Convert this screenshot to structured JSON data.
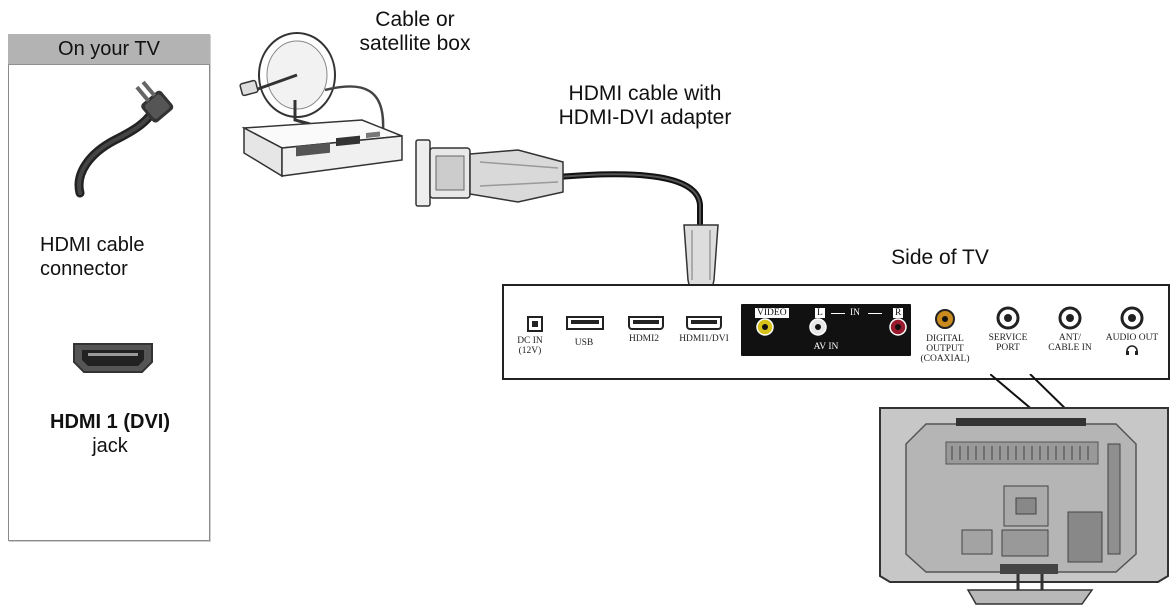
{
  "legend": {
    "title": "On your TV",
    "cable_label_line1": "HDMI cable",
    "cable_label_line2": "connector",
    "jack_label_bold": "HDMI 1 (DVI)",
    "jack_label_rest": "jack"
  },
  "callouts": {
    "box_line1": "Cable or",
    "box_line2": "satellite box",
    "cable_line1": "HDMI cable with",
    "cable_line2": "HDMI-DVI adapter",
    "side_of_tv": "Side of TV"
  },
  "ports": {
    "dc_in_line1": "DC IN",
    "dc_in_line2": "(12V)",
    "usb": "USB",
    "hdmi2": "HDMI2",
    "hdmi1": "HDMI1/DVI",
    "video": "VIDEO",
    "left": "L",
    "in": "IN",
    "right": "R",
    "av_in": "AV IN",
    "digital_line1": "DIGITAL",
    "digital_line2": "OUTPUT",
    "digital_line3": "(COAXIAL)",
    "service_line1": "SERVICE",
    "service_line2": "PORT",
    "ant_line1": "ANT/",
    "ant_line2": "CABLE IN",
    "audio_out": "AUDIO OUT"
  },
  "colors": {
    "header_gray": "#b3b3b3",
    "video_jack": "#d7c21a",
    "left_jack": "#e8e8e8",
    "right_jack": "#9b1b2e",
    "coaxial_jack": "#c98a1e"
  }
}
